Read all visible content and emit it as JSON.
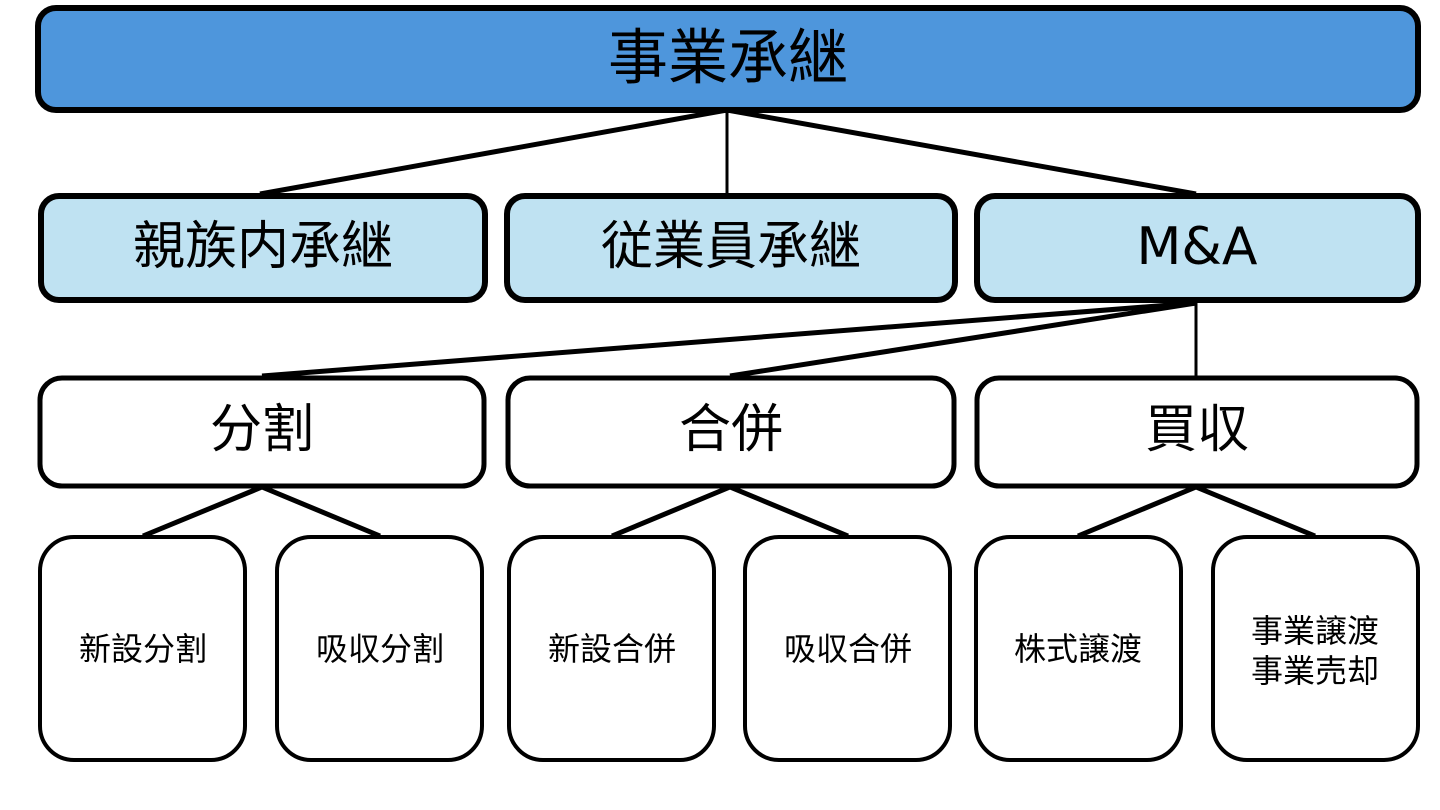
{
  "diagram": {
    "title": "事業承継",
    "type": "tree-hierarchy",
    "colors": {
      "root_fill": "#4E96DC",
      "level1_fill": "#BFE2F2",
      "leaf_fill": "#FFFFFF",
      "stroke": "#000000",
      "text": "#000000",
      "background": "#FFFFFF"
    },
    "levels": [
      {
        "level": 0,
        "nodes": [
          {
            "id": "root",
            "label": "事業承継"
          }
        ]
      },
      {
        "level": 1,
        "nodes": [
          {
            "id": "family",
            "label": "親族内承継"
          },
          {
            "id": "employee",
            "label": "従業員承継"
          },
          {
            "id": "mna",
            "label": "M&A"
          }
        ]
      },
      {
        "level": 2,
        "nodes": [
          {
            "id": "split",
            "label": "分割"
          },
          {
            "id": "merger",
            "label": "合併"
          },
          {
            "id": "acquisition",
            "label": "買収"
          }
        ]
      },
      {
        "level": 3,
        "nodes": [
          {
            "id": "new-split",
            "label": "新設分割",
            "lines": [
              "新設分割"
            ]
          },
          {
            "id": "absorb-split",
            "label": "吸収分割",
            "lines": [
              "吸収分割"
            ]
          },
          {
            "id": "new-merger",
            "label": "新設合併",
            "lines": [
              "新設合併"
            ]
          },
          {
            "id": "absorb-merger",
            "label": "吸収合併",
            "lines": [
              "吸収合併"
            ]
          },
          {
            "id": "share-transfer",
            "label": "株式譲渡",
            "lines": [
              "株式譲渡"
            ]
          },
          {
            "id": "business-transfer",
            "label": "事業譲渡 事業売却",
            "lines": [
              "事業譲渡",
              "事業売却"
            ]
          }
        ]
      }
    ],
    "edges": [
      {
        "from": "root",
        "to": "family"
      },
      {
        "from": "root",
        "to": "employee"
      },
      {
        "from": "root",
        "to": "mna"
      },
      {
        "from": "mna",
        "to": "split"
      },
      {
        "from": "mna",
        "to": "merger"
      },
      {
        "from": "mna",
        "to": "acquisition"
      },
      {
        "from": "split",
        "to": "new-split"
      },
      {
        "from": "split",
        "to": "absorb-split"
      },
      {
        "from": "merger",
        "to": "new-merger"
      },
      {
        "from": "merger",
        "to": "absorb-merger"
      },
      {
        "from": "acquisition",
        "to": "share-transfer"
      },
      {
        "from": "acquisition",
        "to": "business-transfer"
      }
    ]
  }
}
